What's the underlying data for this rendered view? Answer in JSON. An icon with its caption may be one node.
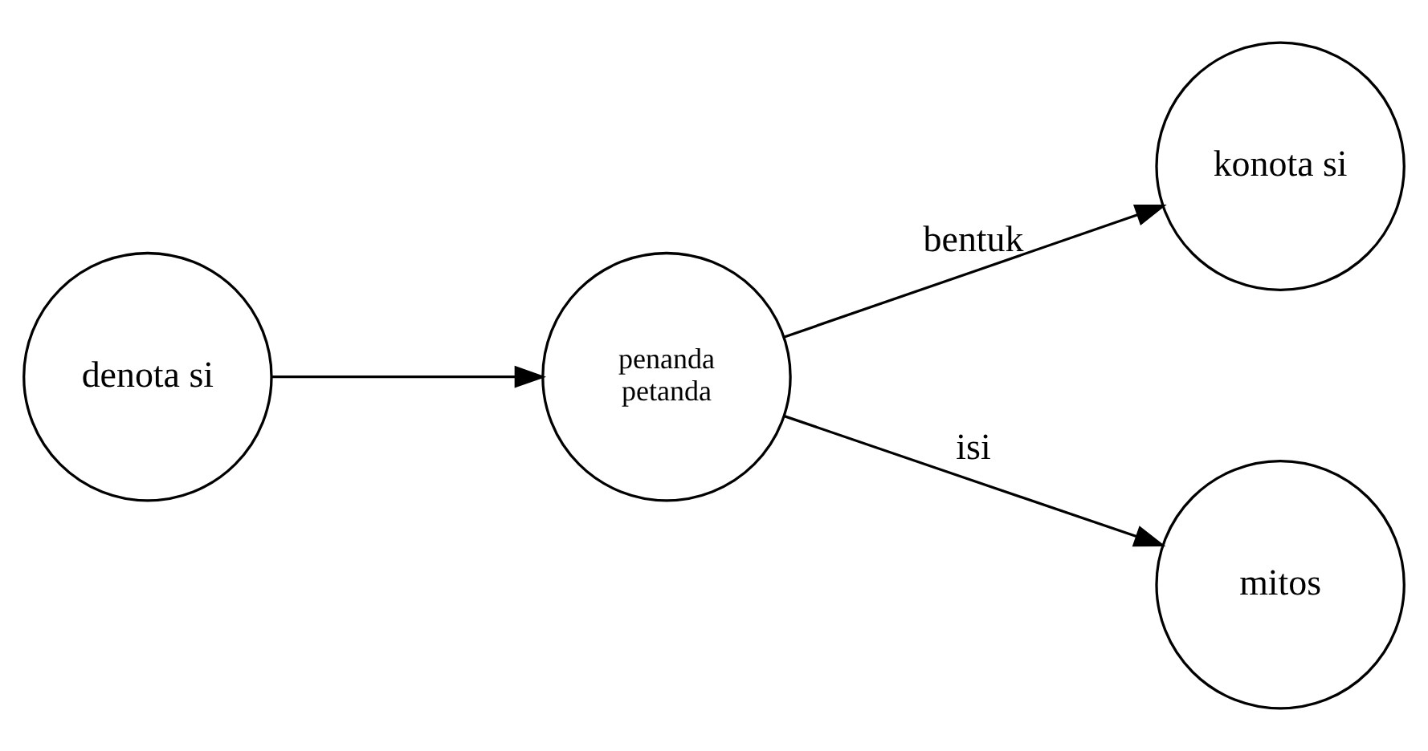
{
  "diagram": {
    "nodes": [
      {
        "text": [
          "denota si"
        ]
      },
      {
        "text": [
          "penanda",
          "petanda"
        ]
      },
      {
        "text": [
          "konota si"
        ]
      },
      {
        "text": [
          "mitos"
        ]
      }
    ],
    "edges": [
      {
        "from": 0,
        "to": 1,
        "arrow": "to"
      },
      {
        "from": 1,
        "to": 2,
        "arrow": "to",
        "label": "bentuk"
      },
      {
        "from": 1,
        "to": 3,
        "arrow": "to",
        "label": "isi"
      }
    ]
  }
}
